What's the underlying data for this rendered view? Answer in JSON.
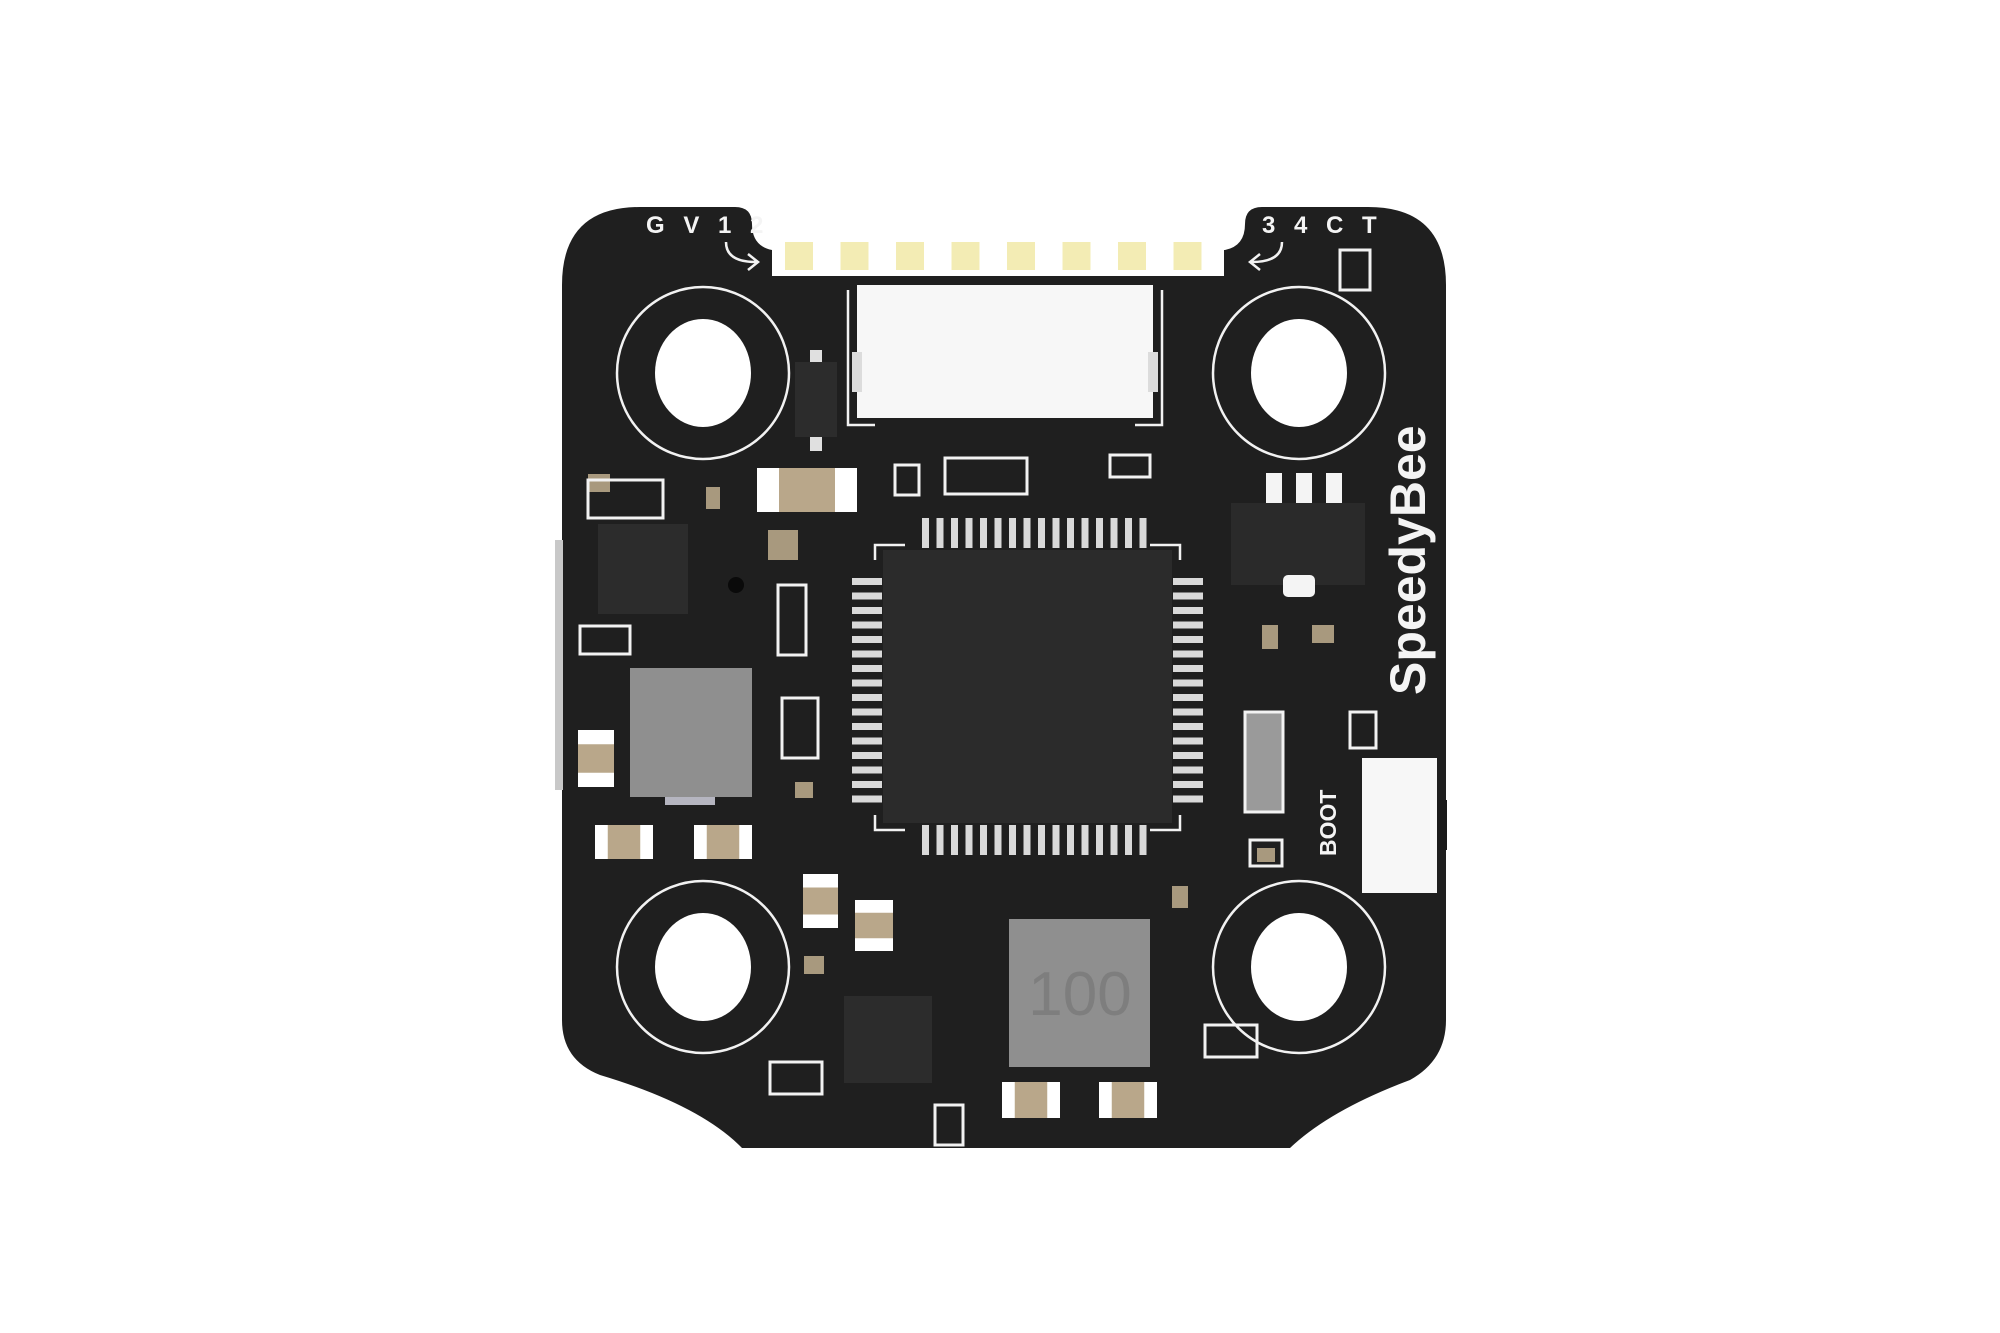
{
  "product": {
    "brand_text": "SpeedyBee",
    "pad_labels_left": "G V 1 2",
    "pad_labels_right": "3 4 C T",
    "button_label": "BOOT",
    "inductor_marking": "100",
    "pad_count": 8
  },
  "colors": {
    "background": "#ffffff",
    "board": "#1f1f1f",
    "silkscreen": "#f2f2f2",
    "pads": "#f3ecb4",
    "chip": "#2a2a2a",
    "inductor": "#8f8f8f",
    "capacitor": "#b9a78a"
  }
}
